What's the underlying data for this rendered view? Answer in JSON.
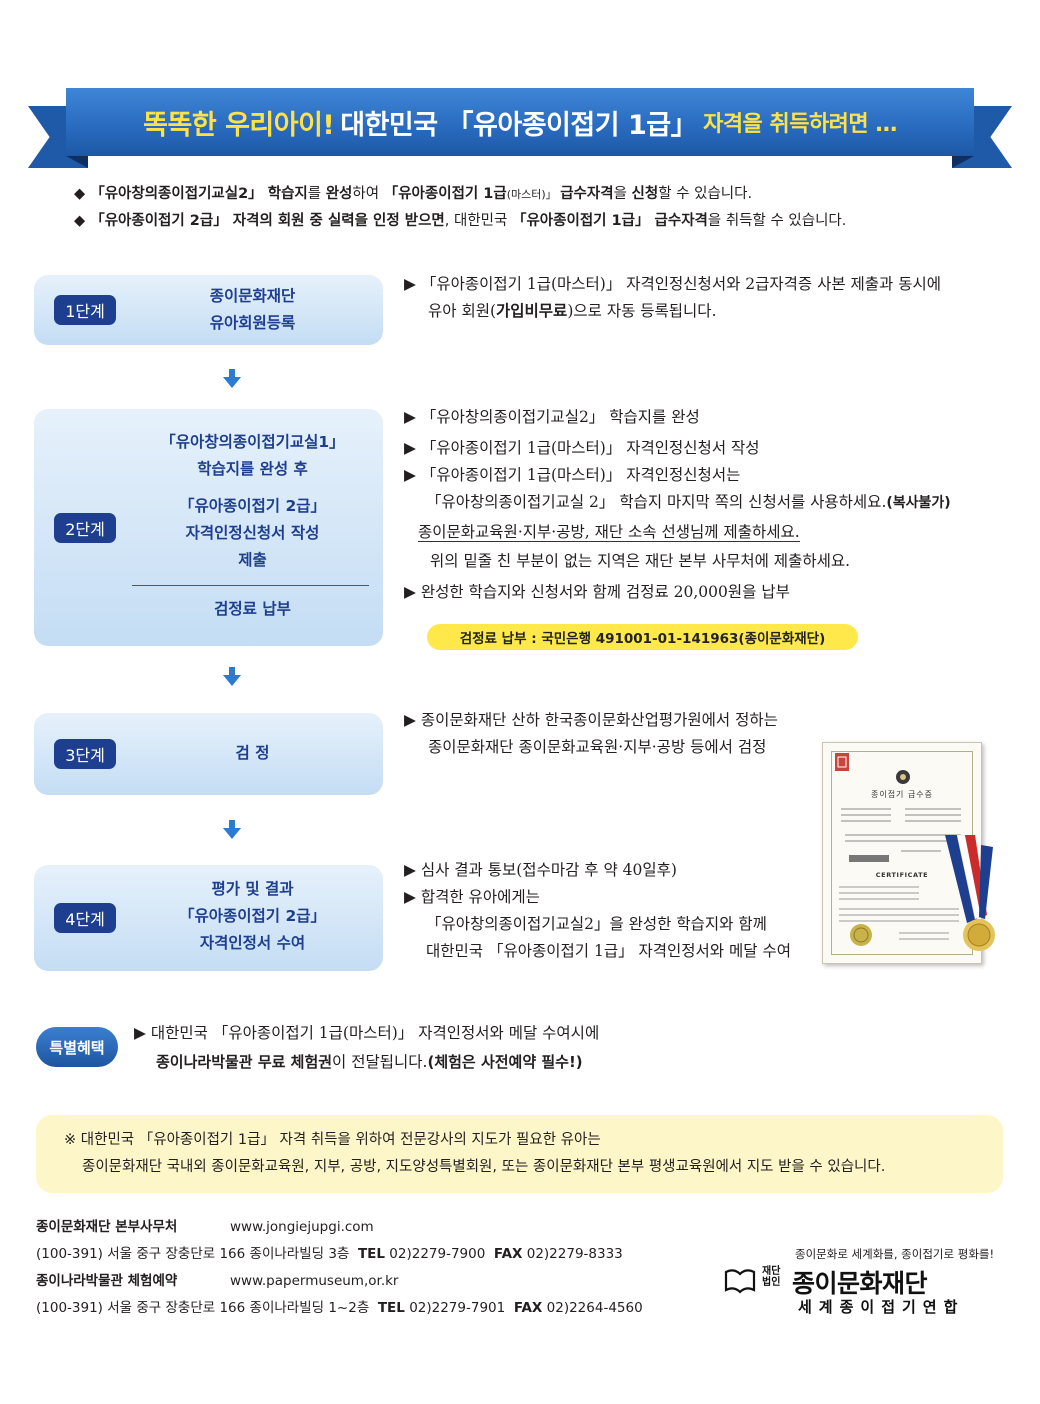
{
  "banner": {
    "part1": "똑똑한 우리아이!",
    "part2": "대한민국 「유아종이접기 1급」",
    "part3": "자격을 취득하려면 …"
  },
  "intro": {
    "bullet1": [
      "◆ 「유아창의종이접기교실2」 학습지",
      "를 ",
      "완성",
      "하여 ",
      "「유아종이접기 1급",
      "(마스터)」 ",
      "급수자격",
      "을 ",
      "신청",
      "할 수 있습니다."
    ],
    "bullet2": [
      "◆  「유아종이접기 2급」 자격의 회원 중 실력을 인정 받으면",
      ", 대한민국 ",
      "「유아종이접기 1급」 급수자격",
      "을 취득할 수 있습니다."
    ]
  },
  "steps": [
    {
      "badge": "1단계",
      "lines": [
        "종이문화재단",
        "유아회원등록"
      ],
      "desc": [
        "▶ 「유아종이접기 1급(마스터)」 자격인정신청서와 2급자격증 사본  제출과 동시에",
        "유아 회원(",
        "가입비무료",
        ")으로 자동 등록됩니다."
      ]
    },
    {
      "badge": "2단계",
      "lines": [
        "「유아창의종이접기교실1」",
        "학습지를 완성 후",
        "「유아종이접기 2급」",
        "자격인정신청서 작성",
        "제출",
        "검정료 납부"
      ],
      "desc": [
        "▶ 「유아창의종이접기교실2」 학습지를 완성",
        "▶ 「유아종이접기 1급(마스터)」 자격인정신청서 작성",
        "▶ 「유아종이접기 1급(마스터)」 자격인정신청서는",
        "「유아창의종이접기교실 2」 학습지 마지막 쪽의 신청서를 사용하세요.",
        "(복사불가)",
        "종이문화교육원·지부·공방, 재단 소속 선생님께 제출하세요.",
        "위의 밑줄 친 부분이 없는 지역은 재단 본부 사무처에 제출하세요.",
        "▶ 완성한 학습지와 신청서와 함께 검정료 20,000원을 납부"
      ],
      "fee": "검정료 납부 : 국민은행 491001-01-141963(종이문화재단)"
    },
    {
      "badge": "3단계",
      "lines": [
        "검  정"
      ],
      "desc": [
        "▶ 종이문화재단 산하 한국종이문화산업평가원에서 정하는",
        "종이문화재단 종이문화교육원·지부·공방 등에서 검정"
      ]
    },
    {
      "badge": "4단계",
      "lines": [
        "평가 및 결과",
        "「유아종이접기 2급」",
        "자격인정서 수여"
      ],
      "desc": [
        "▶ 심사 결과 통보(접수마감 후 약 40일후)",
        "▶ 합격한 유아에게는",
        "「유아창의종이접기교실2」을 완성한 학습지와 함께",
        "대한민국 「유아종이접기 1급」 자격인정서와  메달 수여"
      ]
    }
  ],
  "certificate": {
    "title": "종이접기 급수증",
    "en": "CERTIFICATE"
  },
  "special": {
    "badge": "특별혜택",
    "line1": "▶ 대한민국 「유아종이접기 1급(마스터)」 자격인정서와 메달 수여시에",
    "line2_bold": "종이나라박물관 무료 체험권",
    "line2_rest": "이 전달됩니다.",
    "line2_end": "(체험은 사전예약 필수!)"
  },
  "note": {
    "line1": "※ 대한민국 「유아종이접기 1급」 자격 취득을 위하여 전문강사의 지도가 필요한 유아는",
    "line2": "종이문화재단 국내외 종이문화교육원, 지부, 공방, 지도양성특별회원, 또는 종이문화재단 본부 평생교육원에서 지도 받을 수 있습니다."
  },
  "footer": {
    "org1": "종이문화재단 본부사무처",
    "url1": "www.jongiejupgi.com",
    "addr1": "(100-391) 서울 중구 장충단로 166 종이나라빌딩 3층",
    "tel1": "02)2279-7900",
    "fax1": "02)2279-8333",
    "org2": "종이나라박물관 체험예약",
    "url2": "www.papermuseum,or.kr",
    "addr2": "(100-391) 서울 중구 장충단로 166 종이나라빌딩 1~2층",
    "tel2": "02)2279-7901",
    "fax2": "02)2264-4560",
    "tel_label": "TEL",
    "fax_label": "FAX"
  },
  "logo": {
    "slogan": "종이문화로 세계화를, 종이접기로 평화를!",
    "small": "재단\n법인",
    "name": "종이문화재단",
    "sub": "세계종이접기연합"
  }
}
